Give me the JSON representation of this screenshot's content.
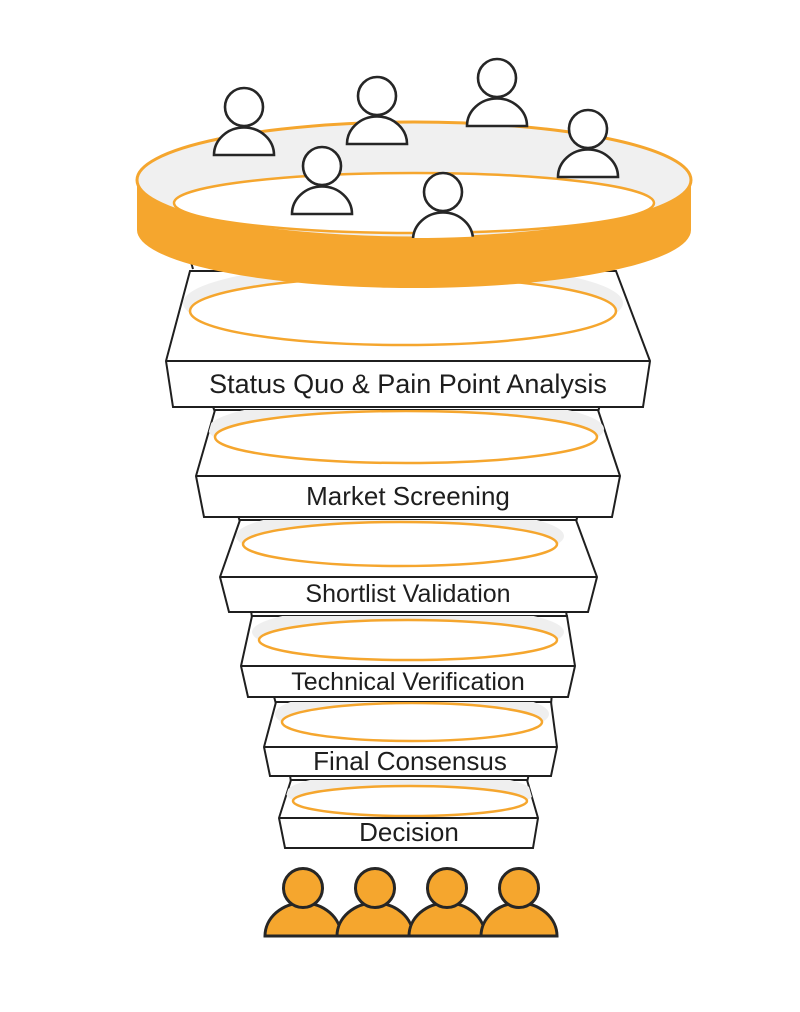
{
  "diagram": {
    "type": "funnel",
    "stages": [
      {
        "label": "Status Quo & Pain Point Analysis"
      },
      {
        "label": "Market Screening"
      },
      {
        "label": "Shortlist Validation"
      },
      {
        "label": "Technical Verification"
      },
      {
        "label": "Final Consensus"
      },
      {
        "label": "Decision"
      }
    ],
    "stage_count": 6,
    "top_group": {
      "icon": "person-outline-icon",
      "person_count": 6
    },
    "bottom_group": {
      "icon": "person-filled-icon",
      "person_count": 4
    },
    "colors": {
      "accent": "#F5A62E",
      "surface": "#EFEFEF",
      "line": "#1F1F1F",
      "people_stroke": "#262626",
      "background": "#FFFFFF"
    }
  }
}
